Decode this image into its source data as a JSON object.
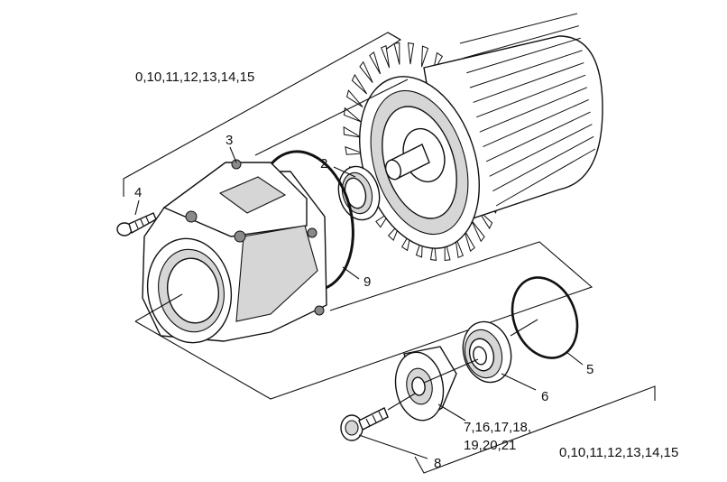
{
  "labels": {
    "set_top": "0,10,11,12,13,14,15",
    "p2": "2",
    "p3": "3",
    "p4": "4",
    "p9": "9",
    "p5": "5",
    "p6": "6",
    "p7_line1": "7,16,17,18,",
    "p7_line2": "19,20,21",
    "p8": "8",
    "set_bottom": "0,10,11,12,13,14,15"
  }
}
